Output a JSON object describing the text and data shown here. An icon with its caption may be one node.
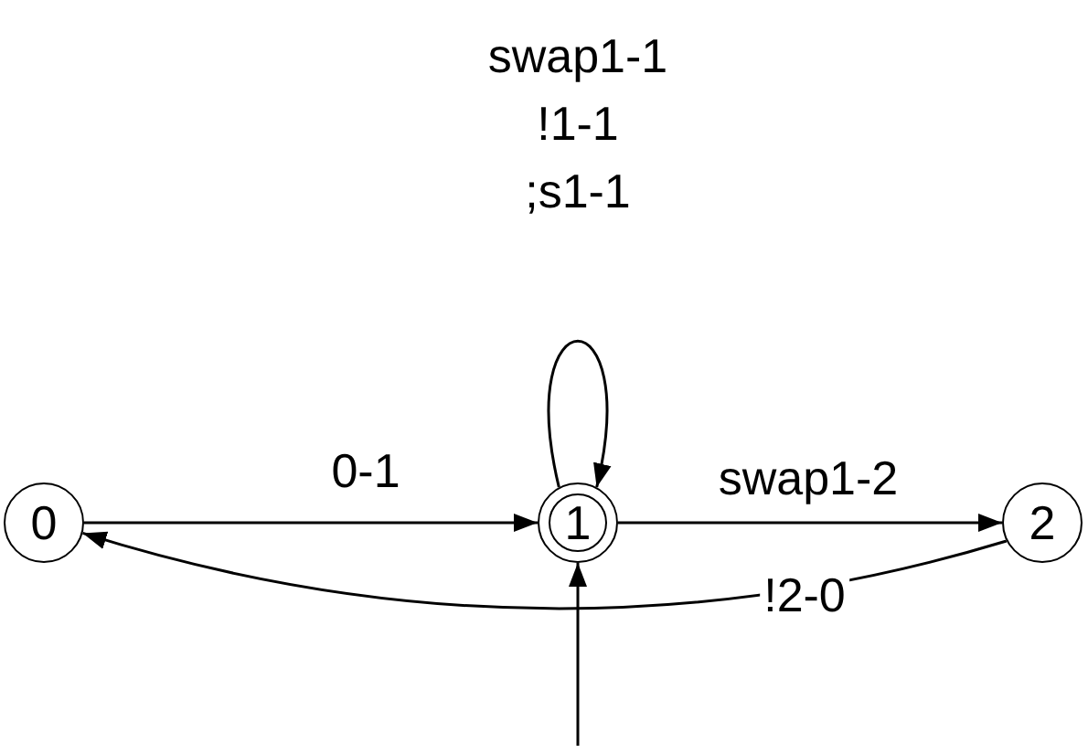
{
  "diagram": {
    "nodes": [
      {
        "text": [
          "0"
        ]
      },
      {
        "text": [
          "1"
        ]
      },
      {
        "text": [
          "2"
        ]
      }
    ],
    "edges": [
      {
        "from": 0,
        "to": 1,
        "arrow": "to",
        "label": "0-1"
      },
      {
        "from": 1,
        "to": 1,
        "arrow": "to",
        "label": "swap1-1 !1-1 ;s1-1"
      },
      {
        "from": 1,
        "to": 2,
        "arrow": "to",
        "label": "swap1-2"
      },
      {
        "from": 2,
        "to": 0,
        "arrow": "to",
        "label": "!2-0"
      },
      {
        "from": null,
        "to": 1,
        "arrow": "to"
      }
    ]
  }
}
